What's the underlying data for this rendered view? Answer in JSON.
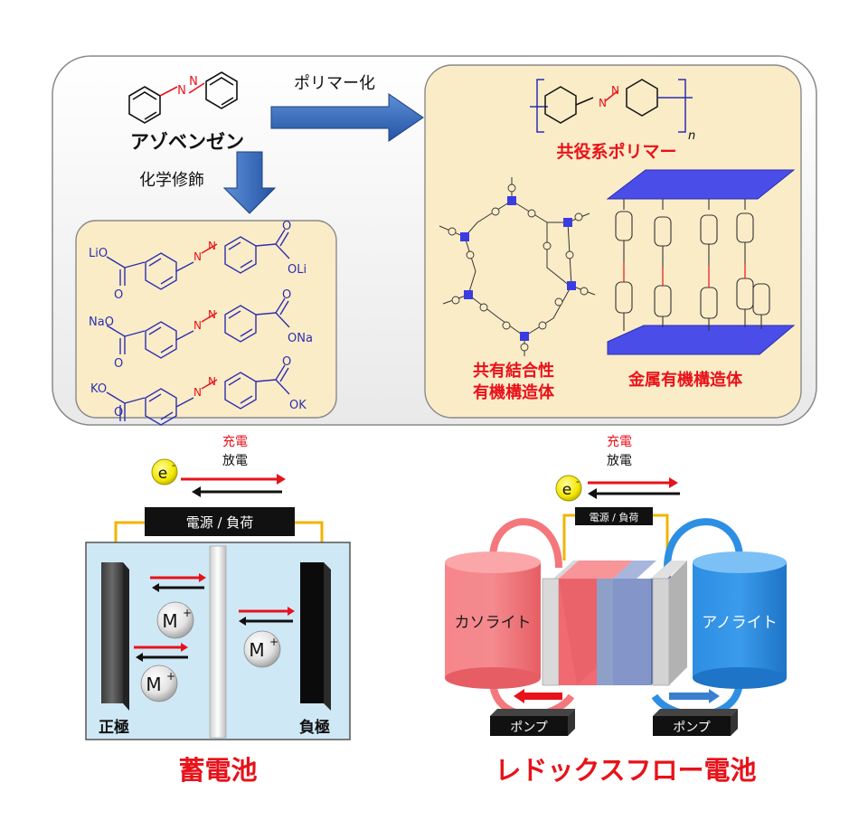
{
  "top": {
    "azobenzene_label": "アゾベンゼン",
    "polymerize_label": "ポリマー化",
    "modify_label": "化学修飾",
    "polymer_label": "共役系ポリマー",
    "polymer_subscript": "n",
    "cof_label_1": "共有結合性",
    "cof_label_2": "有機構造体",
    "mof_label": "金属有機構造体",
    "salts": [
      {
        "left": "LiO",
        "right": "OLi",
        "o_top": "O",
        "o_bottom": "O"
      },
      {
        "left": "NaO",
        "right": "ONa",
        "o_top": "O",
        "o_bottom": "O"
      },
      {
        "left": "KO",
        "right": "OK",
        "o_top": "O",
        "o_bottom": "O"
      }
    ],
    "atom_n": "N"
  },
  "battery": {
    "charge_label": "充電",
    "discharge_label": "放電",
    "electron_label": "e",
    "electron_sup": "-",
    "source_label": "電源 / 負荷",
    "ion_label": "M",
    "ion_sup": "+",
    "cathode_label": "正極",
    "anode_label": "負極",
    "title": "蓄電池"
  },
  "flow": {
    "charge_label": "充電",
    "discharge_label": "放電",
    "electron_label": "e",
    "electron_sup": "-",
    "source_label": "電源 / 負荷",
    "catholyte_label": "カソライト",
    "anolyte_label": "アノライト",
    "pump_left": "ポンプ",
    "pump_right": "ポンプ",
    "title": "レドックスフロー電池"
  },
  "colors": {
    "red": "#e8121a",
    "navy": "#2b2fb0",
    "blue_arrow": "#2f63b3",
    "cream": "#fbecc8",
    "battery_blue": "#cfe8f6",
    "catholyte": "#f4777c",
    "anolyte": "#2d8fe3"
  }
}
